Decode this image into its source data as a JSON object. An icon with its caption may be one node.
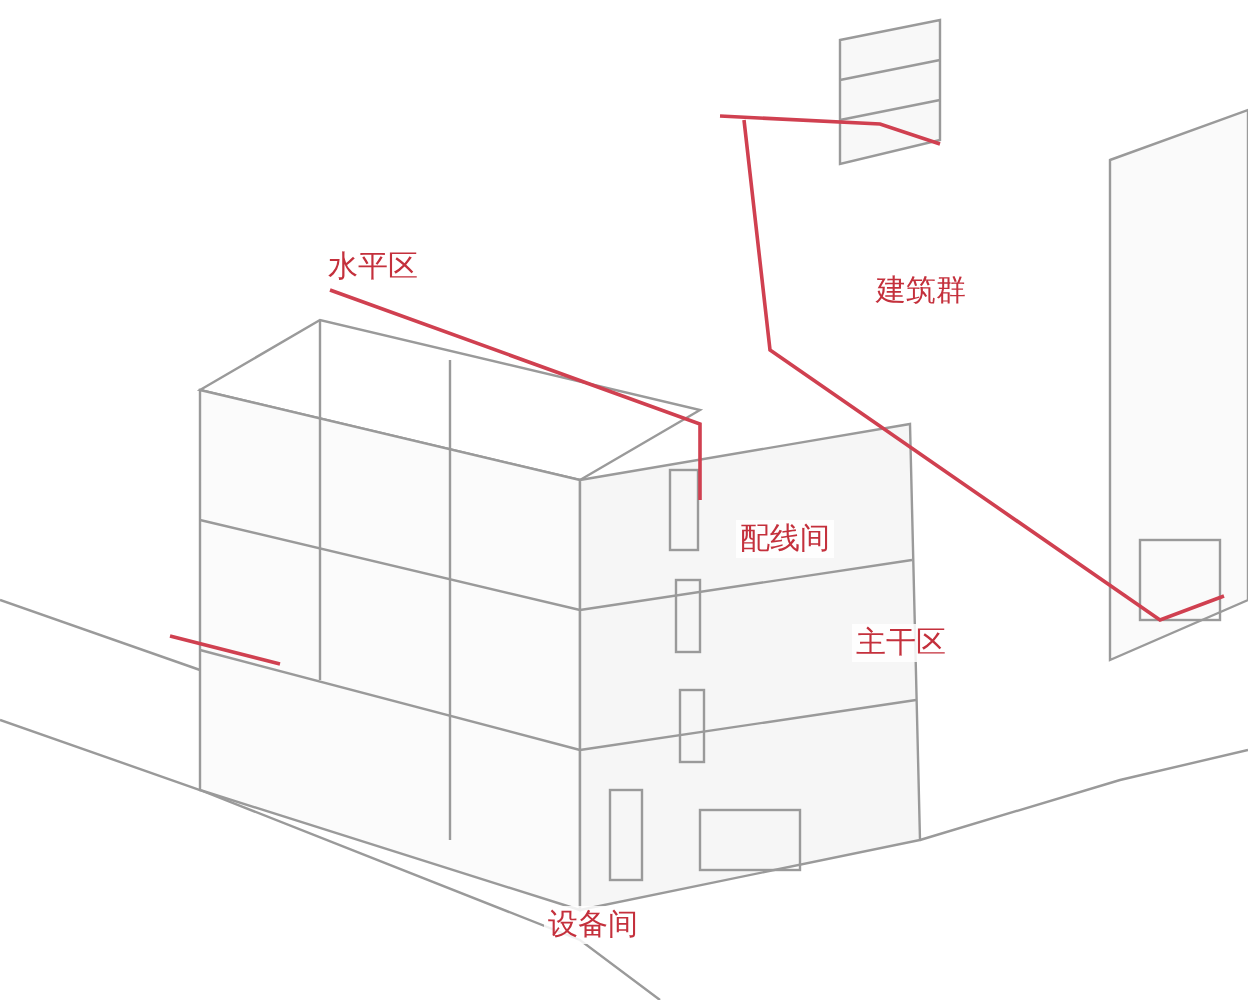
{
  "diagram": {
    "labels": [
      "水平区",
      "建筑群",
      "配线间",
      "主干区",
      "设备间"
    ]
  }
}
